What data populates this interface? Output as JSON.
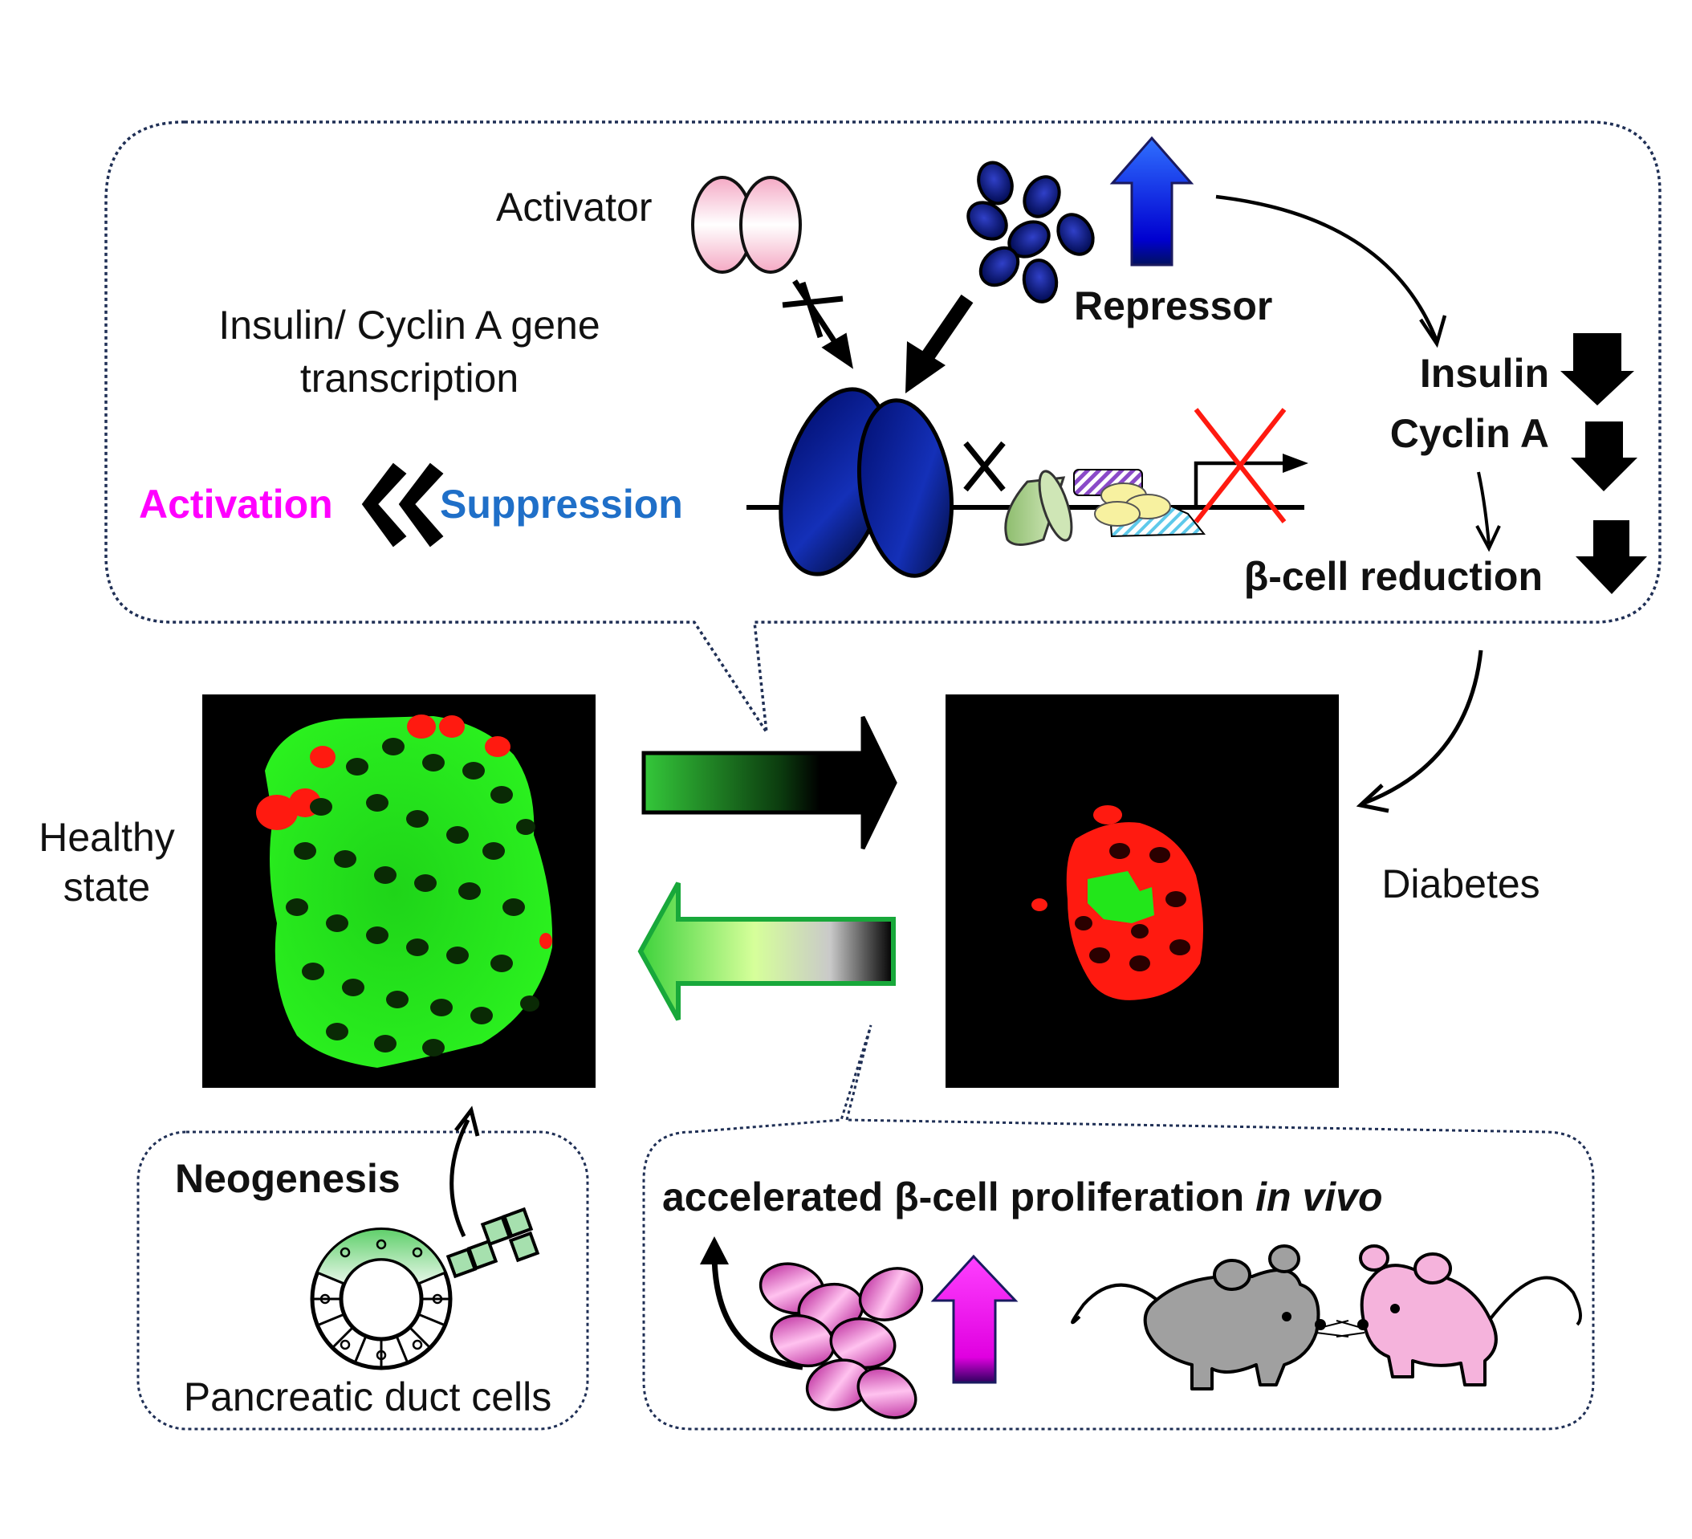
{
  "labels": {
    "activator": "Activator",
    "repressor": "Repressor",
    "transcription_line1": "Insulin/ Cyclin A gene",
    "transcription_line2": "transcription",
    "activation": "Activation",
    "suppression": "Suppression",
    "insulin": "Insulin",
    "cyclin_a": "Cyclin A",
    "beta_cell_reduction": "β-cell reduction",
    "healthy_line1": "Healthy",
    "healthy_line2": "state",
    "diabetes": "Diabetes",
    "neogenesis": "Neogenesis",
    "pancreatic_duct_cells": "Pancreatic duct cells",
    "proliferation_main": "accelerated β-cell proliferation ",
    "proliferation_italic": "in vivo"
  },
  "colors": {
    "activation": "#ff00ff",
    "suppression": "#1f6fc8",
    "repressor_blue": "#0a1a8c",
    "activator_pink": "#f7c6d8",
    "islet_green": "#22e61a",
    "glucagon_red": "#ff1a10",
    "arrow_green": "#18a83a",
    "mouse_gray": "#a0a0a0",
    "mouse_pink": "#f5b3dc",
    "magenta_cell": "#d31ab4"
  },
  "icons": {
    "activator": "activator-dimer-icon",
    "repressor": "repressor-cluster-icon",
    "dna": "dna-promoter-icon",
    "mouse": "mouse-icon"
  }
}
